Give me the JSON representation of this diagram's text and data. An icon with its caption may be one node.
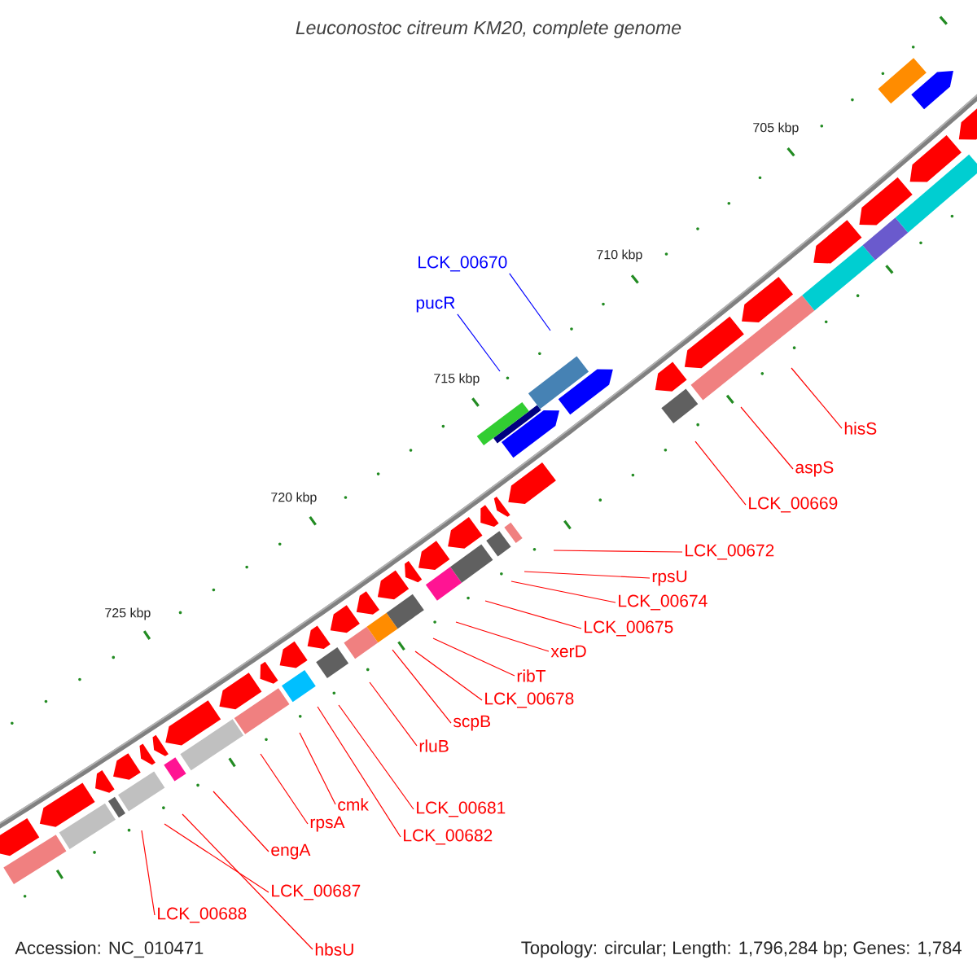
{
  "diagram": {
    "title": "Leuconostoc citreum KM20, complete genome",
    "nodes": [
      {
        "text": [
          "LCK_00670"
        ]
      },
      {
        "text": [
          "pucR"
        ]
      },
      {
        "text": [
          "hisS"
        ]
      },
      {
        "text": [
          "aspS"
        ]
      },
      {
        "text": [
          "LCK_00669"
        ]
      },
      {
        "text": [
          "LCK_00672"
        ]
      },
      {
        "text": [
          "rpsU"
        ]
      },
      {
        "text": [
          "LCK_00674"
        ]
      },
      {
        "text": [
          "LCK_00675"
        ]
      },
      {
        "text": [
          "xerD"
        ]
      },
      {
        "text": [
          "ribT"
        ]
      },
      {
        "text": [
          "LCK_00678"
        ]
      },
      {
        "text": [
          "scpB"
        ]
      },
      {
        "text": [
          "rluB"
        ]
      },
      {
        "text": [
          "cmk"
        ]
      },
      {
        "text": [
          "LCK_00681"
        ]
      },
      {
        "text": [
          "rpsA"
        ]
      },
      {
        "text": [
          "LCK_00682"
        ]
      },
      {
        "text": [
          "engA"
        ]
      },
      {
        "text": [
          "LCK_00687"
        ]
      },
      {
        "text": [
          "LCK_00688"
        ]
      },
      {
        "text": [
          "hbsU"
        ]
      }
    ],
    "edges": [
      {
        "from": 0,
        "to": null,
        "arrow": "none",
        "color": "#0000ff"
      },
      {
        "from": 1,
        "to": null,
        "arrow": "none",
        "color": "#0000ff"
      },
      {
        "from": 2,
        "to": null,
        "arrow": "none"
      },
      {
        "from": 3,
        "to": null,
        "arrow": "none"
      },
      {
        "from": 4,
        "to": null,
        "arrow": "none"
      },
      {
        "from": 5,
        "to": null,
        "arrow": "none"
      },
      {
        "from": 6,
        "to": null,
        "arrow": "none"
      },
      {
        "from": 7,
        "to": null,
        "arrow": "none"
      },
      {
        "from": 8,
        "to": null,
        "arrow": "none"
      },
      {
        "from": 9,
        "to": null,
        "arrow": "none"
      },
      {
        "from": 10,
        "to": null,
        "arrow": "none"
      },
      {
        "from": 11,
        "to": null,
        "arrow": "none"
      },
      {
        "from": 12,
        "to": null,
        "arrow": "none"
      },
      {
        "from": 13,
        "to": null,
        "arrow": "none"
      },
      {
        "from": 14,
        "to": null,
        "arrow": "none"
      },
      {
        "from": 15,
        "to": null,
        "arrow": "none"
      },
      {
        "from": 16,
        "to": null,
        "arrow": "none"
      },
      {
        "from": 17,
        "to": null,
        "arrow": "none"
      },
      {
        "from": 18,
        "to": null,
        "arrow": "none"
      },
      {
        "from": 19,
        "to": null,
        "arrow": "none"
      },
      {
        "from": 20,
        "to": null,
        "arrow": "none"
      },
      {
        "from": 21,
        "to": null,
        "arrow": "none"
      }
    ],
    "labels": [
      "705 kbp",
      "710 kbp",
      "715 kbp",
      "720 kbp",
      "725 kbp",
      "Accession: NC_010471",
      "Topology: circular; Length: 1,796,284 bp; Genes: 1,784"
    ]
  }
}
